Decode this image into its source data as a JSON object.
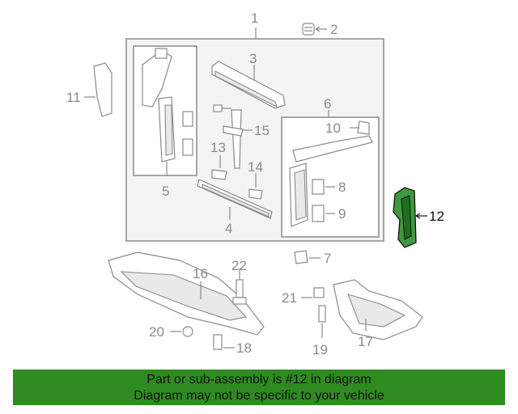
{
  "callouts": {
    "c1": "1",
    "c2": "2",
    "c3": "3",
    "c4": "4",
    "c5": "5",
    "c6": "6",
    "c7": "7",
    "c8": "8",
    "c9": "9",
    "c10": "10",
    "c11": "11",
    "c12": "12",
    "c13": "13",
    "c14": "14",
    "c15": "15",
    "c16": "16",
    "c17": "17",
    "c18": "18",
    "c19": "19",
    "c20": "20",
    "c21": "21",
    "c22": "22"
  },
  "highlight_part": "12",
  "colors": {
    "banner": "#2e8b1f",
    "highlight": "#3f9a3f",
    "line": "#8a8a8a"
  },
  "banner": {
    "line1": "Part or sub-assembly is #12 in diagram",
    "line2": "Diagram may not be specific to your vehicle"
  }
}
